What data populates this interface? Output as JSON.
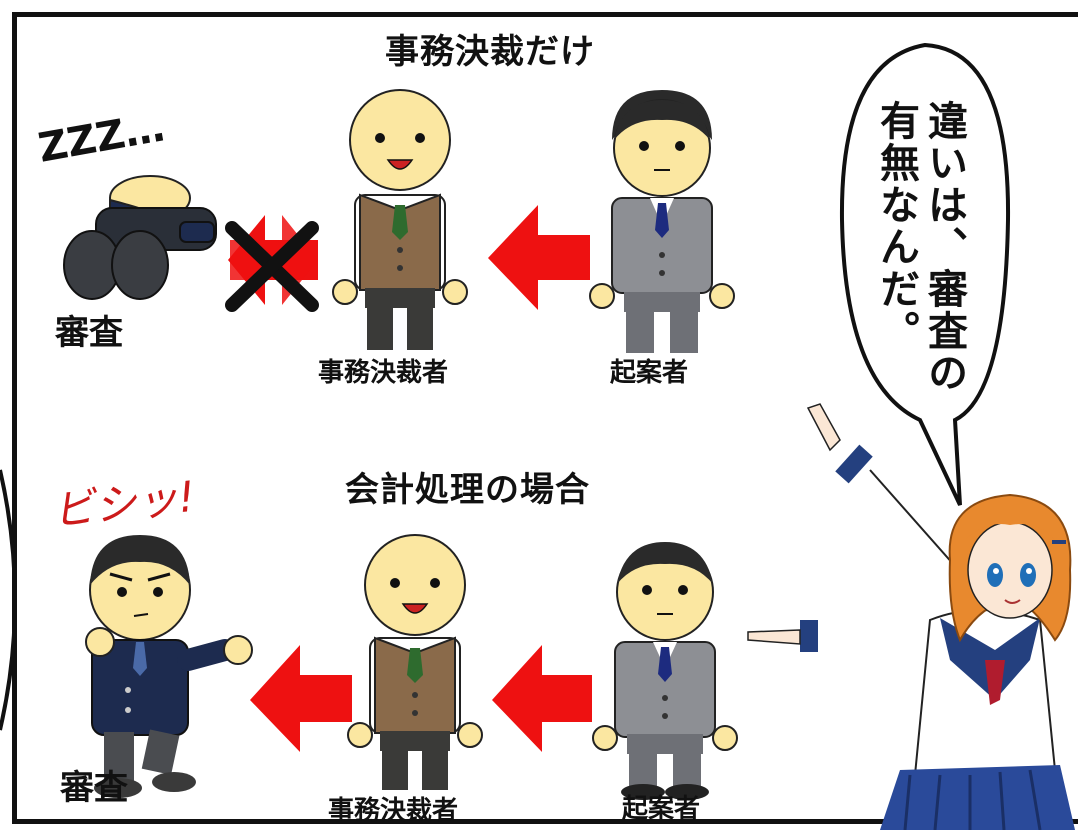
{
  "top_section": {
    "heading": "事務決裁だけ",
    "sleep_sfx": "ZZZ…",
    "reviewer_label": "審査",
    "approver_label": "事務決裁者",
    "drafter_label": "起案者"
  },
  "bottom_section": {
    "heading": "会計処理の場合",
    "snap_sfx": "ビシッ!",
    "reviewer_label": "審査",
    "approver_label": "事務決裁者",
    "drafter_label": "起案者"
  },
  "speech_bubble": {
    "line1": "違いは、審査の",
    "line2": "有無なんだ。"
  },
  "colors": {
    "arrow": "#ee1111",
    "cross": "#111111",
    "skin": "#fbe7a1",
    "vest": "#8a6a4a",
    "suit_gray": "#8d8f94",
    "suit_navy": "#1d2b4f",
    "hair": "#2a2a2a",
    "girl_hair": "#e8892e",
    "sailor_blue": "#24407f"
  }
}
